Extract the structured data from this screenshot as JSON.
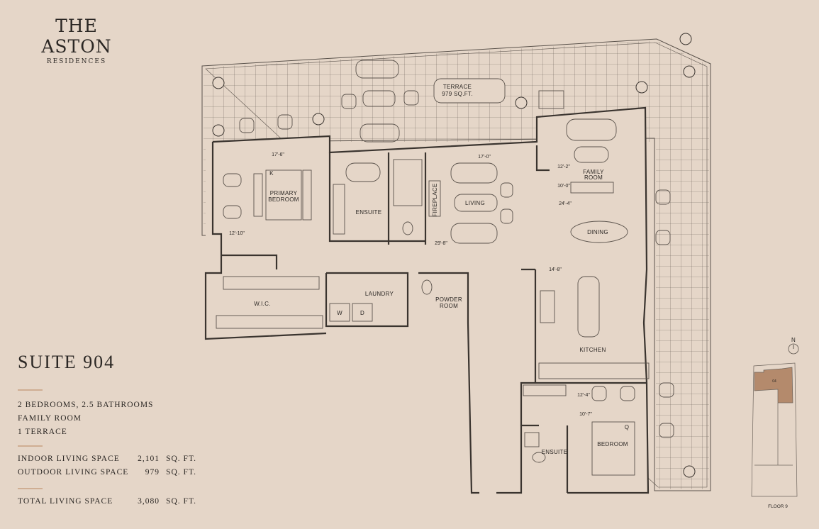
{
  "brand": {
    "name": "THE ASTON",
    "subtitle": "RESIDENCES"
  },
  "suite": {
    "title": "SUITE 904",
    "features": [
      "2 BEDROOMS, 2.5 BATHROOMS",
      "FAMILY ROOM",
      "1 TERRACE"
    ],
    "areas": [
      {
        "label": "INDOOR LIVING SPACE",
        "value": "2,101",
        "unit": "SQ. FT."
      },
      {
        "label": "OUTDOOR LIVING SPACE",
        "value": "979",
        "unit": "SQ. FT."
      }
    ],
    "total": {
      "label": "TOTAL LIVING SPACE",
      "value": "3,080",
      "unit": "SQ. FT."
    }
  },
  "plan": {
    "terrace": {
      "name": "TERRACE",
      "area": "979 SQ.FT."
    },
    "rooms": {
      "primary_bedroom": [
        "PRIMARY",
        "BEDROOM"
      ],
      "bed_marker_k": "K",
      "ensuite_primary": "ENSUITE",
      "fireplace": "FIREPLACE",
      "living": "LIVING",
      "family_room": [
        "FAMILY",
        "ROOM"
      ],
      "dining": "DINING",
      "wic": "W.I.C.",
      "laundry": "LAUNDRY",
      "washer": "W",
      "dryer": "D",
      "powder_room": [
        "POWDER",
        "ROOM"
      ],
      "kitchen": "KITCHEN",
      "bedroom": "BEDROOM",
      "bed_marker_q": "Q",
      "ensuite_bedroom": "ENSUITE"
    },
    "dimensions": {
      "primary_width": "17'-6\"",
      "primary_depth": "12'-10\"",
      "living_width": "17'-0\"",
      "living_depth": "29'-8\"",
      "family_width": "12'-2\"",
      "family_a": "10'-0\"",
      "family_b": "24'-4\"",
      "kitchen_depth": "14'-8\"",
      "bedroom_width": "12'-4\"",
      "bedroom_depth": "10'-7\""
    }
  },
  "key_plan": {
    "north": "N",
    "unit": "04",
    "floor": "FLOOR 9",
    "highlight": "#b48a6c"
  },
  "colors": {
    "background": "#e5d6c8",
    "rule": "#cfae93",
    "ink": "#2b2724"
  }
}
